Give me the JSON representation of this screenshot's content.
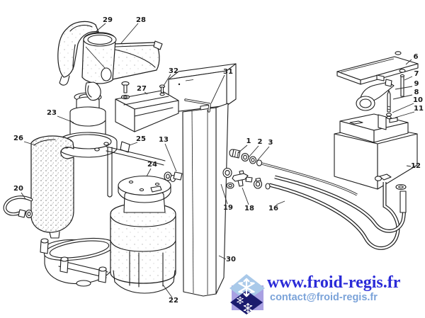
{
  "diagram": {
    "callouts": [
      {
        "label": "29"
      },
      {
        "label": "28"
      },
      {
        "label": "32"
      },
      {
        "label": "27"
      },
      {
        "label": "31"
      },
      {
        "label": "23"
      },
      {
        "label": "26"
      },
      {
        "label": "25"
      },
      {
        "label": "13"
      },
      {
        "label": "1"
      },
      {
        "label": "2"
      },
      {
        "label": "3"
      },
      {
        "label": "20"
      },
      {
        "label": "24"
      },
      {
        "label": "19"
      },
      {
        "label": "18"
      },
      {
        "label": "16"
      },
      {
        "label": "22"
      },
      {
        "label": "30"
      },
      {
        "label": "6"
      },
      {
        "label": "7"
      },
      {
        "label": "9"
      },
      {
        "label": "8"
      },
      {
        "label": "10"
      },
      {
        "label": "11"
      },
      {
        "label": "12"
      }
    ]
  },
  "footer": {
    "website_label": "www.froid-regis.fr",
    "email_label": "contact@froid-regis.fr"
  },
  "colors": {
    "line": "#1c1c1c",
    "website_blue": "#2b2bd8",
    "email_blue": "#7ba3d9",
    "logo_lavender": "#a9a0e2",
    "logo_lightblue": "#a9c9e9",
    "logo_navy": "#1b1b6e",
    "snowflake_white": "#ffffff"
  },
  "icons": {
    "snowflake": "❄"
  }
}
